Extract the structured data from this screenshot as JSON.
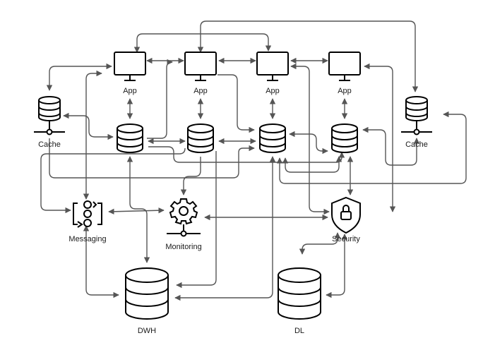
{
  "diagram": {
    "nodes": {
      "app1": {
        "label": "App",
        "icon": "monitor-icon"
      },
      "app2": {
        "label": "App",
        "icon": "monitor-icon"
      },
      "app3": {
        "label": "App",
        "icon": "monitor-icon"
      },
      "app4": {
        "label": "App",
        "icon": "monitor-icon"
      },
      "cache1": {
        "label": "Cache",
        "icon": "cache-database-icon"
      },
      "cache2": {
        "label": "Cache",
        "icon": "cache-database-icon"
      },
      "db1": {
        "label": "",
        "icon": "database-icon"
      },
      "db2": {
        "label": "",
        "icon": "database-icon"
      },
      "db3": {
        "label": "",
        "icon": "database-icon"
      },
      "db4": {
        "label": "",
        "icon": "database-icon"
      },
      "messaging": {
        "label": "Messaging",
        "icon": "messaging-queue-icon"
      },
      "monitoring": {
        "label": "Monitoring",
        "icon": "gear-icon"
      },
      "security": {
        "label": "Security",
        "icon": "shield-lock-icon"
      },
      "dwh": {
        "label": "DWH",
        "icon": "database-icon"
      },
      "dl": {
        "label": "DL",
        "icon": "database-icon"
      }
    },
    "colors": {
      "edge": "#555555",
      "icon_stroke": "#000000",
      "text": "#1a1a1a",
      "background": "#ffffff"
    }
  }
}
